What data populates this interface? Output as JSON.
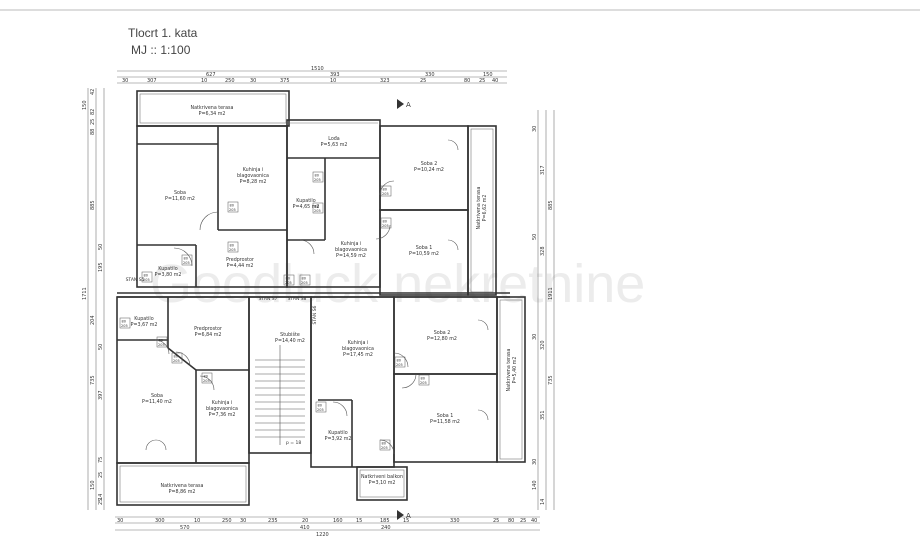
{
  "title": "Tlocrt 1. kata",
  "scale": "MJ :: 1:100",
  "watermark": "Goodluck nekretnine",
  "section_marker": "A",
  "colors": {
    "line": "#3a3a3a",
    "thin": "#777777",
    "watermark": "#e9e9e9"
  },
  "dims_top_row1": [
    "627",
    "393",
    "330",
    "150"
  ],
  "dims_top_row1_total": "1510",
  "dims_top_row2": [
    "30",
    "307",
    "10",
    "250",
    "30",
    "375",
    "10",
    "323",
    "25",
    "80",
    "25",
    "40"
  ],
  "dims_bottom_row1": [
    "30",
    "300",
    "10",
    "250",
    "30",
    "235",
    "20",
    "160",
    "15",
    "185",
    "15",
    "330",
    "25",
    "80",
    "25",
    "40"
  ],
  "dims_bottom_row2": [
    "570",
    "410",
    "240"
  ],
  "dims_bottom_total": "1220",
  "dims_left": [
    "150",
    "42",
    "82",
    "25",
    "88",
    "885",
    "50",
    "195",
    "1711",
    "204",
    "50",
    "735",
    "397",
    "75",
    "25",
    "150",
    "14",
    "25"
  ],
  "dims_right": [
    "30",
    "317",
    "885",
    "50",
    "328",
    "1911",
    "30",
    "320",
    "735",
    "351",
    "30",
    "140",
    "14"
  ],
  "rooms": [
    {
      "name": "Natkrivena terasa",
      "area": "P=6,34 m2"
    },
    {
      "name": "Soba",
      "area": "P=11,60 m2"
    },
    {
      "name": "Kuhinja i blagovaonica",
      "area": "P=8,28 m2"
    },
    {
      "name": "Lođa",
      "area": "P=5,63 m2"
    },
    {
      "name": "Kupatilo",
      "area": "P=4,65 m2"
    },
    {
      "name": "Soba 2",
      "area": "P=10,24 m2"
    },
    {
      "name": "Soba 1",
      "area": "P=10,59 m2"
    },
    {
      "name": "Natkrivena terasa",
      "area": "P=6,62 m2"
    },
    {
      "name": "Kupatilo",
      "area": "P=3,80 m2"
    },
    {
      "name": "Predprostor",
      "area": "P=4,44 m2"
    },
    {
      "name": "Kuhinja i blagovaonica",
      "area": "P=14,59 m2"
    },
    {
      "name": "Kupatilo",
      "area": "P=3,67 m2"
    },
    {
      "name": "Predprostor",
      "area": "P=6,84 m2"
    },
    {
      "name": "Stubište",
      "area": "P=14,40 m2"
    },
    {
      "name": "Kuhinja i blagovaonica",
      "area": "P=17,45 m2"
    },
    {
      "name": "Soba 2",
      "area": "P=12,80 m2"
    },
    {
      "name": "Soba",
      "area": "P=11,40 m2"
    },
    {
      "name": "Kuhinja i blagovaonica",
      "area": "P=7,36 m2"
    },
    {
      "name": "Kupatilo",
      "area": "P=3,92 m2"
    },
    {
      "name": "Soba 1",
      "area": "P=11,58 m2"
    },
    {
      "name": "Natkrivena terasa",
      "area": "P=5,40 m2"
    },
    {
      "name": "Natkrivena terasa",
      "area": "P=8,86 m2"
    },
    {
      "name": "Natkriveni balkon",
      "area": "P=3,10 m2"
    }
  ],
  "apartments": [
    "STAN S7",
    "STAN S8",
    "STAN S5",
    "STAN S6"
  ],
  "door_tags": [
    "80",
    "205"
  ],
  "stair_label": "p = 18"
}
